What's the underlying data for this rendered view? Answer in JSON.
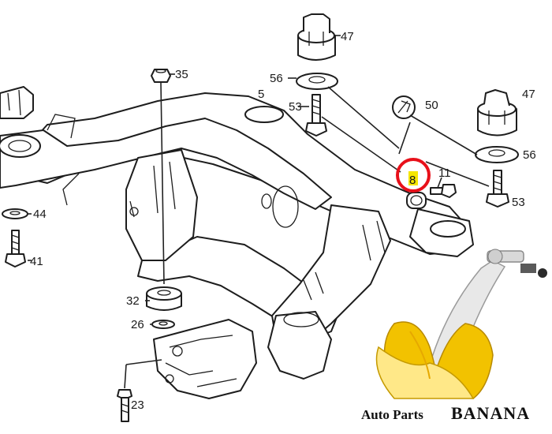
{
  "diagram": {
    "callouts": [
      "47",
      "56",
      "53",
      "50",
      "47",
      "56",
      "53",
      "35",
      "5",
      "8",
      "11",
      "44",
      "41",
      "32",
      "26",
      "23"
    ],
    "highlighted_callout": "8",
    "highlight_color": "#f5e600",
    "circle_color": "#e8101a"
  },
  "logo": {
    "text_left": "Auto Parts",
    "text_right": "BANANA",
    "banana_color": "#f2c200"
  }
}
